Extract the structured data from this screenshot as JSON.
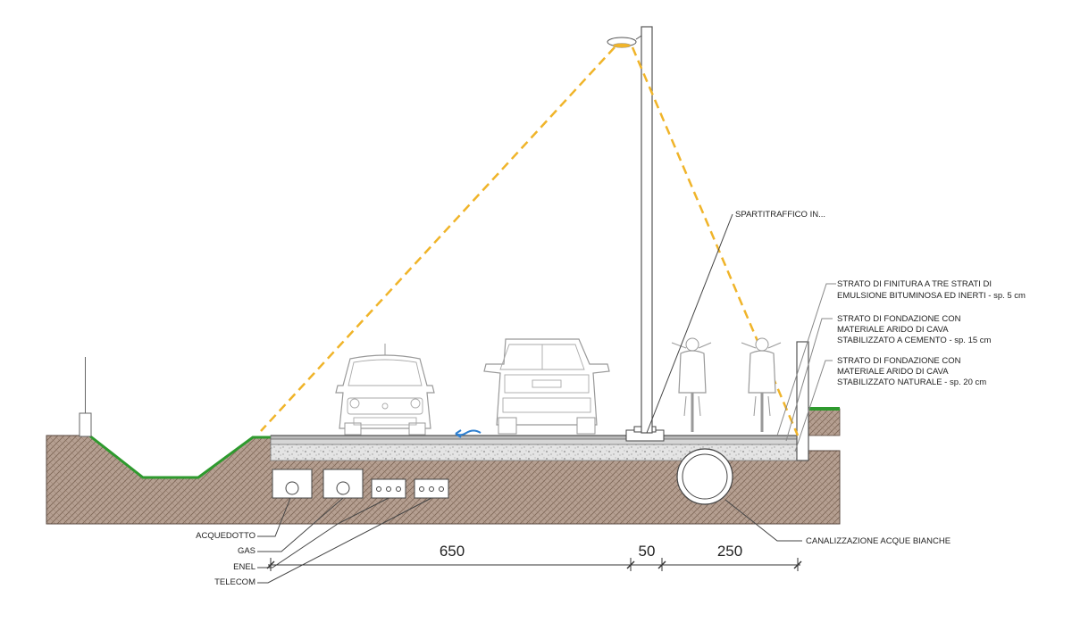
{
  "colors": {
    "soil_fill": "#b59f91",
    "soil_hatch": "#7d6656",
    "grass": "#2e9a2e",
    "light_beam": "#f0b429",
    "asphalt": "#c9c9c9",
    "gravel": "#e2e2e2",
    "flow_arrow": "#2e7fd0"
  },
  "icons": [
    "street-lamp-icon",
    "car-icon",
    "suv-icon",
    "cyclist-icon",
    "flow-arrow-icon",
    "pipe-icon",
    "utility-box-icon"
  ],
  "labels": {
    "spartitraffico": "SPARTITRAFFICO IN...",
    "layer1_line1": "STRATO DI FINITURA A TRE STRATI DI",
    "layer1_line2": "EMULSIONE BITUMINOSA ED INERTI - sp. 5 cm",
    "layer2_line1": "STRATO DI FONDAZIONE CON",
    "layer2_line2": "MATERIALE ARIDO DI CAVA",
    "layer2_line3": "STABILIZZATO A CEMENTO - sp. 15 cm",
    "layer3_line1": "STRATO DI FONDAZIONE CON",
    "layer3_line2": "MATERIALE ARIDO DI CAVA",
    "layer3_line3": "STABILIZZATO NATURALE - sp. 20 cm",
    "acquedotto": "ACQUEDOTTO",
    "gas": "GAS",
    "enel": "ENEL",
    "telecom": "TELECOM",
    "canalizzazione": "CANALIZZAZIONE ACQUE BIANCHE"
  },
  "dimensions": {
    "carriageway": "650",
    "divider": "50",
    "cycle_lane": "250"
  }
}
